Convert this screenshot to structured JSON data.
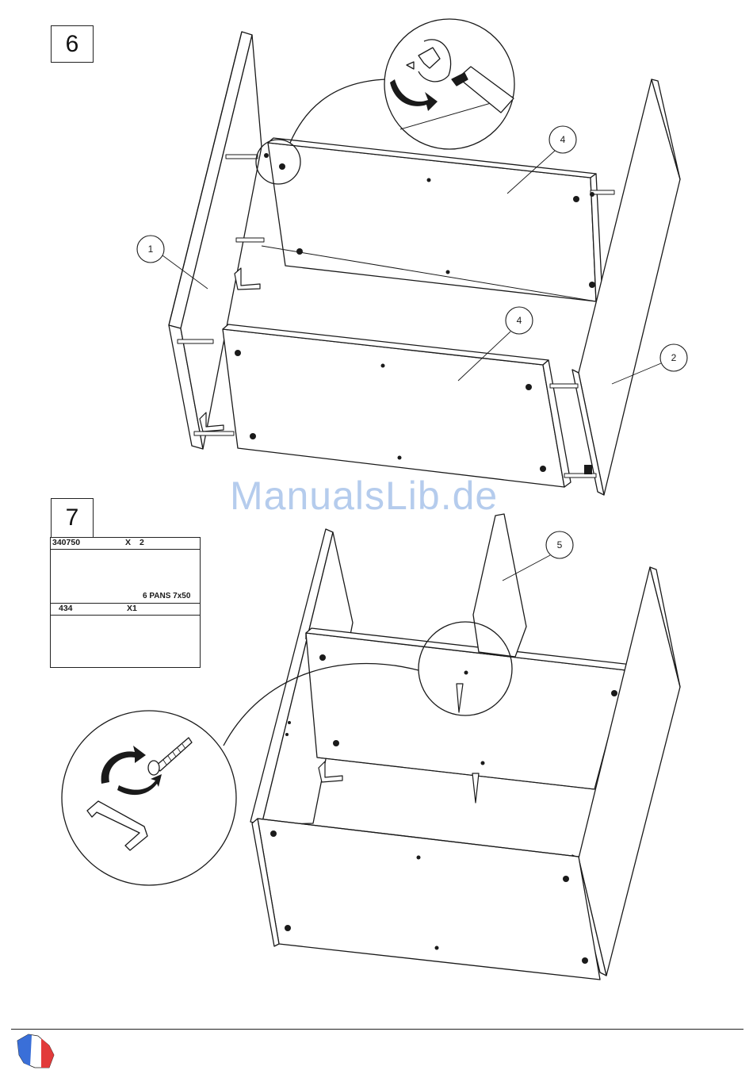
{
  "steps": [
    {
      "number": "6"
    },
    {
      "number": "7"
    }
  ],
  "callouts": {
    "step6": [
      "1",
      "2",
      "4",
      "4"
    ],
    "step7": [
      "5"
    ]
  },
  "parts_table": {
    "row1": {
      "ref": "340750",
      "mult": "X",
      "qty": "2",
      "caption": "6 PANS 7x50"
    },
    "row2": {
      "ref": "434",
      "qty": "X1"
    }
  },
  "watermark": "ManualsLib.de",
  "icons": [
    "screwdriver-icon",
    "rotate-arrow-icon",
    "cam-lock-icon",
    "bolt-icon",
    "allen-key-icon",
    "hex-nut-icon",
    "france-flag-icon"
  ],
  "colors": {
    "line": "#1a1a1a",
    "watermark": "#a9c4ea",
    "flag_blue": "#3a6fd8",
    "flag_red": "#e23b3b"
  }
}
